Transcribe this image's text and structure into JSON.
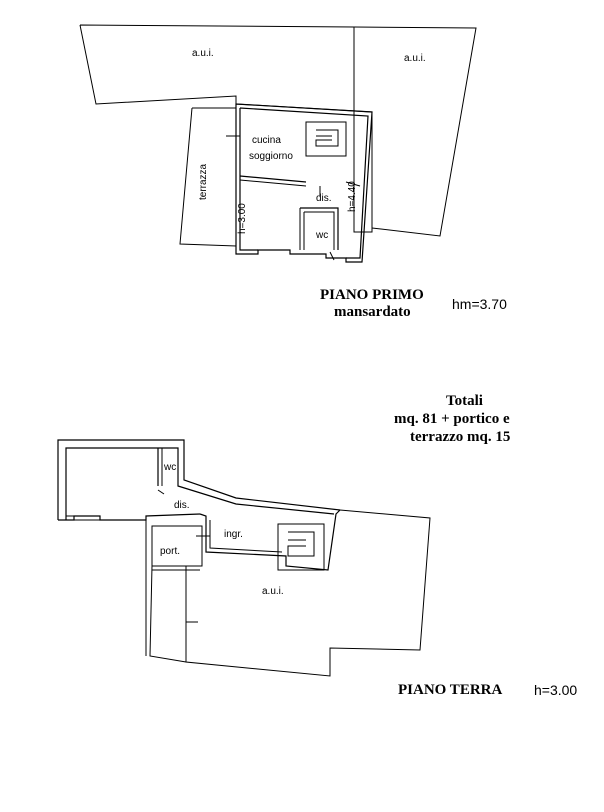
{
  "upper_floor": {
    "title_line1": "PIANO PRIMO",
    "title_line2": "mansardato",
    "height_note": "hm=3.70",
    "rooms": {
      "aui_left": "a.u.i.",
      "aui_right": "a.u.i.",
      "kitchen": "cucina",
      "living": "soggiorno",
      "terrace": "terrazza",
      "hallway": "dis.",
      "wc": "wc",
      "height_left": "h=3.00",
      "height_right": "h=4.40"
    }
  },
  "totals": {
    "line1": "Totali",
    "line2": "mq. 81 + portico e",
    "line3": "terrazzo mq. 15"
  },
  "ground_floor": {
    "title": "PIANO TERRA",
    "height_note": "h=3.00",
    "rooms": {
      "wc": "wc",
      "hallway": "dis.",
      "entrance": "ingr.",
      "porch": "port.",
      "aui": "a.u.i."
    }
  }
}
